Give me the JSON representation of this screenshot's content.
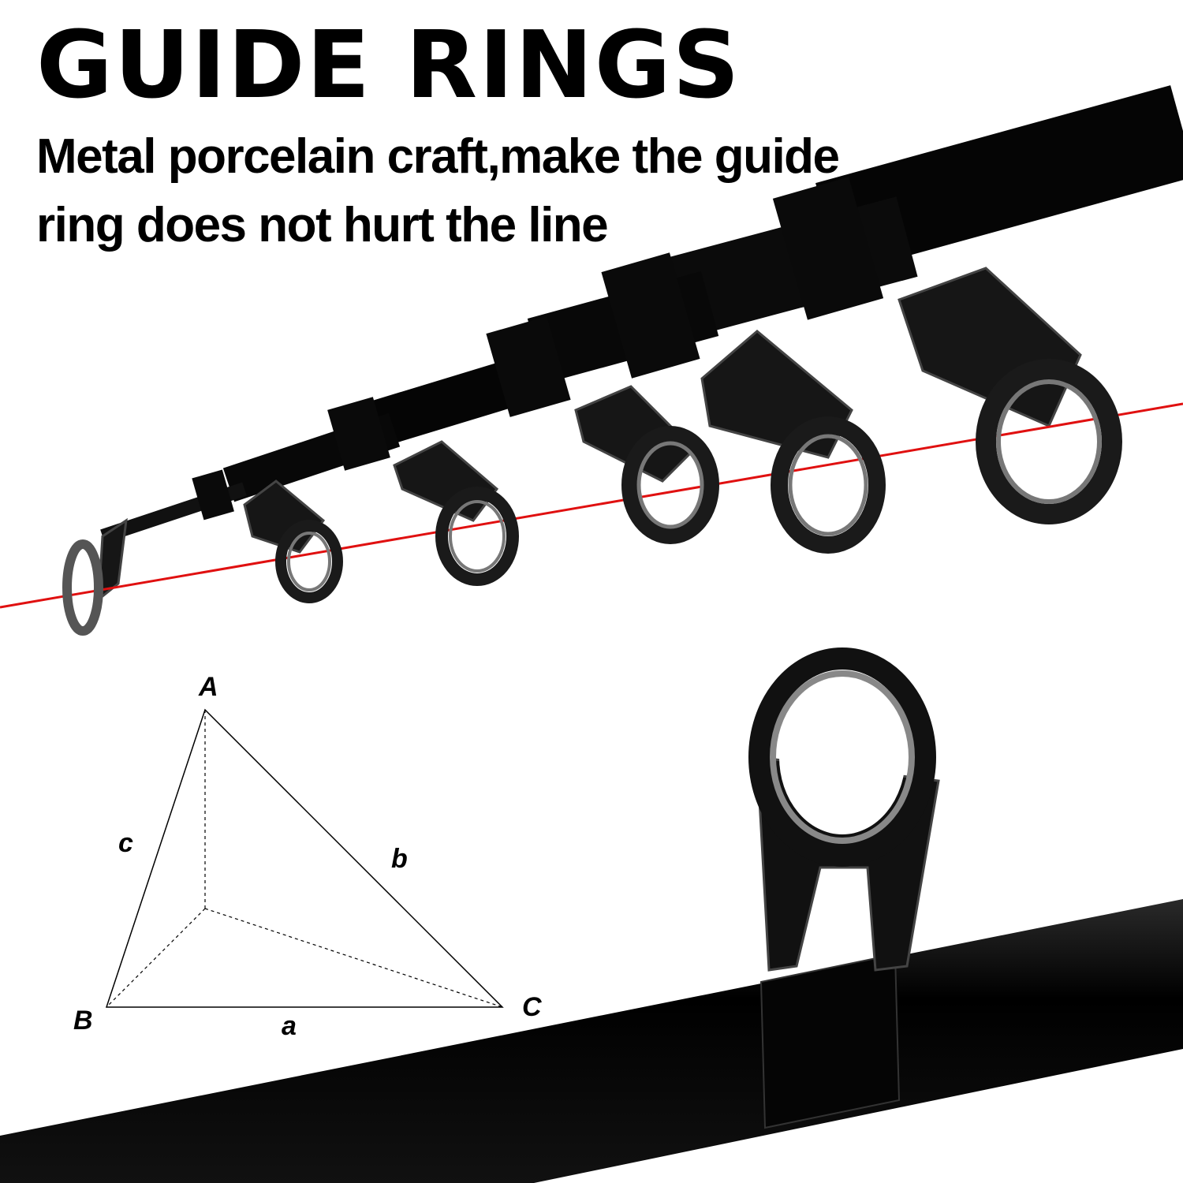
{
  "header": {
    "title": "GUIDE RINGS",
    "subtitle_line1": "Metal porcelain craft,make the guide",
    "subtitle_line2": "ring does not hurt the line"
  },
  "diagram": {
    "vertices": {
      "A": "A",
      "B": "B",
      "C": "C"
    },
    "sides": {
      "a": "a",
      "b": "b",
      "c": "c"
    }
  },
  "colors": {
    "line": "#e01010",
    "rod": "#0a0a0a",
    "ring": "#3a3a3a",
    "text": "#000000"
  }
}
